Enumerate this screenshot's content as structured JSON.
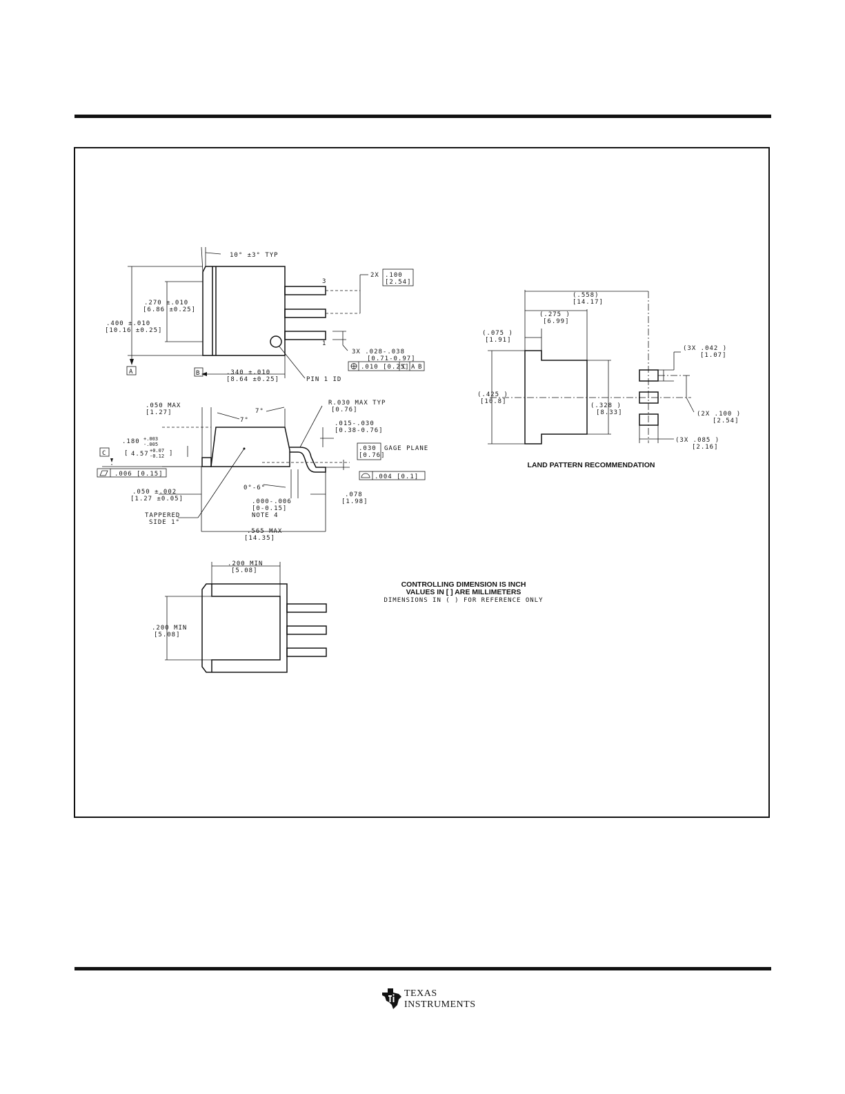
{
  "drawing": {
    "top_view": {
      "angle_label": "10° ±3° TYP",
      "pin_pitch_prefix": "2X",
      "pin_pitch_in": ".100",
      "pin_pitch_mm": "[2.54]",
      "pin3": "3",
      "pin1": "1",
      "lead_width": "3X .028-.038",
      "lead_width_mm": "[0.71-0.97]",
      "body_height_in": ".270 ±.010",
      "body_height_mm": "[6.86 ±0.25]",
      "total_height_in": ".400 ±.010",
      "total_height_mm": "[10.16 ±0.25]",
      "body_width_in": ".340 ±.010",
      "body_width_mm": "[8.64 ±0.25]",
      "pin1_id": "PIN 1 ID",
      "datum_a": "A",
      "datum_b": "B",
      "fcf_position": ".010 [0.25]",
      "fcf_c": "C",
      "fcf_a": "A",
      "fcf_b": "B"
    },
    "side_view": {
      "tab_max_in": ".050  MAX",
      "tab_max_mm": "[1.27]",
      "draft_left": "7°",
      "draft_right": "7°",
      "radius_in": "R.030  MAX TYP",
      "radius_mm": "[0.76]",
      "lead_thk_in": ".015-.030",
      "lead_thk_mm": "[0.38-0.76]",
      "gage_in": ".030",
      "gage_mm": "[0.76]",
      "gage_label": "GAGE PLANE",
      "height_in": ".180",
      "height_tol_plus": "+.003",
      "height_tol_minus": "-.005",
      "height_mm": "4.57",
      "height_mm_plus": "+0.07",
      "height_mm_minus": "-0.12",
      "datum_c": "C",
      "flatness": ".006 [0.15]",
      "profile": ".004 [0.1]",
      "foot_angle": "0°-6°",
      "standoff_in": ".000-.006",
      "standoff_mm": "[0-0.15]",
      "note": "NOTE 4",
      "foot_in": ".078",
      "foot_mm": "[1.98]",
      "tab_in": ".050 ±.002",
      "tab_mm": "[1.27 ±0.05]",
      "tapered_1": "TAPPERED",
      "tapered_2": "SIDE 1°",
      "overall_in": ".565   MAX",
      "overall_mm": "[14.35]"
    },
    "bottom_view": {
      "width_in": ".200 MIN",
      "width_mm": "[5.08]",
      "height_in": ".200 MIN",
      "height_mm": "[5.08]"
    },
    "land_pattern": {
      "overall_in": "(.558)",
      "overall_mm": "[14.17]",
      "pad_in": "(.275   )",
      "pad_mm": "[6.99]",
      "notch_in": "(.075   )",
      "notch_mm": "[1.91]",
      "height_in": "(.425   )",
      "height_mm": "[10.8]",
      "inner_in": "(.328   )",
      "inner_mm": "[8.33]",
      "small_w_in": "(3X .042   )",
      "small_w_mm": "[1.07]",
      "pitch_in": "(2X .100   )",
      "pitch_mm": "[2.54]",
      "small_h_in": "(3X .085   )",
      "small_h_mm": "[2.16]",
      "title": "LAND PATTERN RECOMMENDATION"
    },
    "notes": {
      "line1": "CONTROLLING DIMENSION IS INCH",
      "line2": "VALUES IN [ ] ARE MILLIMETERS",
      "line3": "DIMENSIONS IN ( ) FOR REFERENCE ONLY"
    }
  },
  "footer": {
    "logo_line1": "TEXAS",
    "logo_line2": "INSTRUMENTS"
  }
}
